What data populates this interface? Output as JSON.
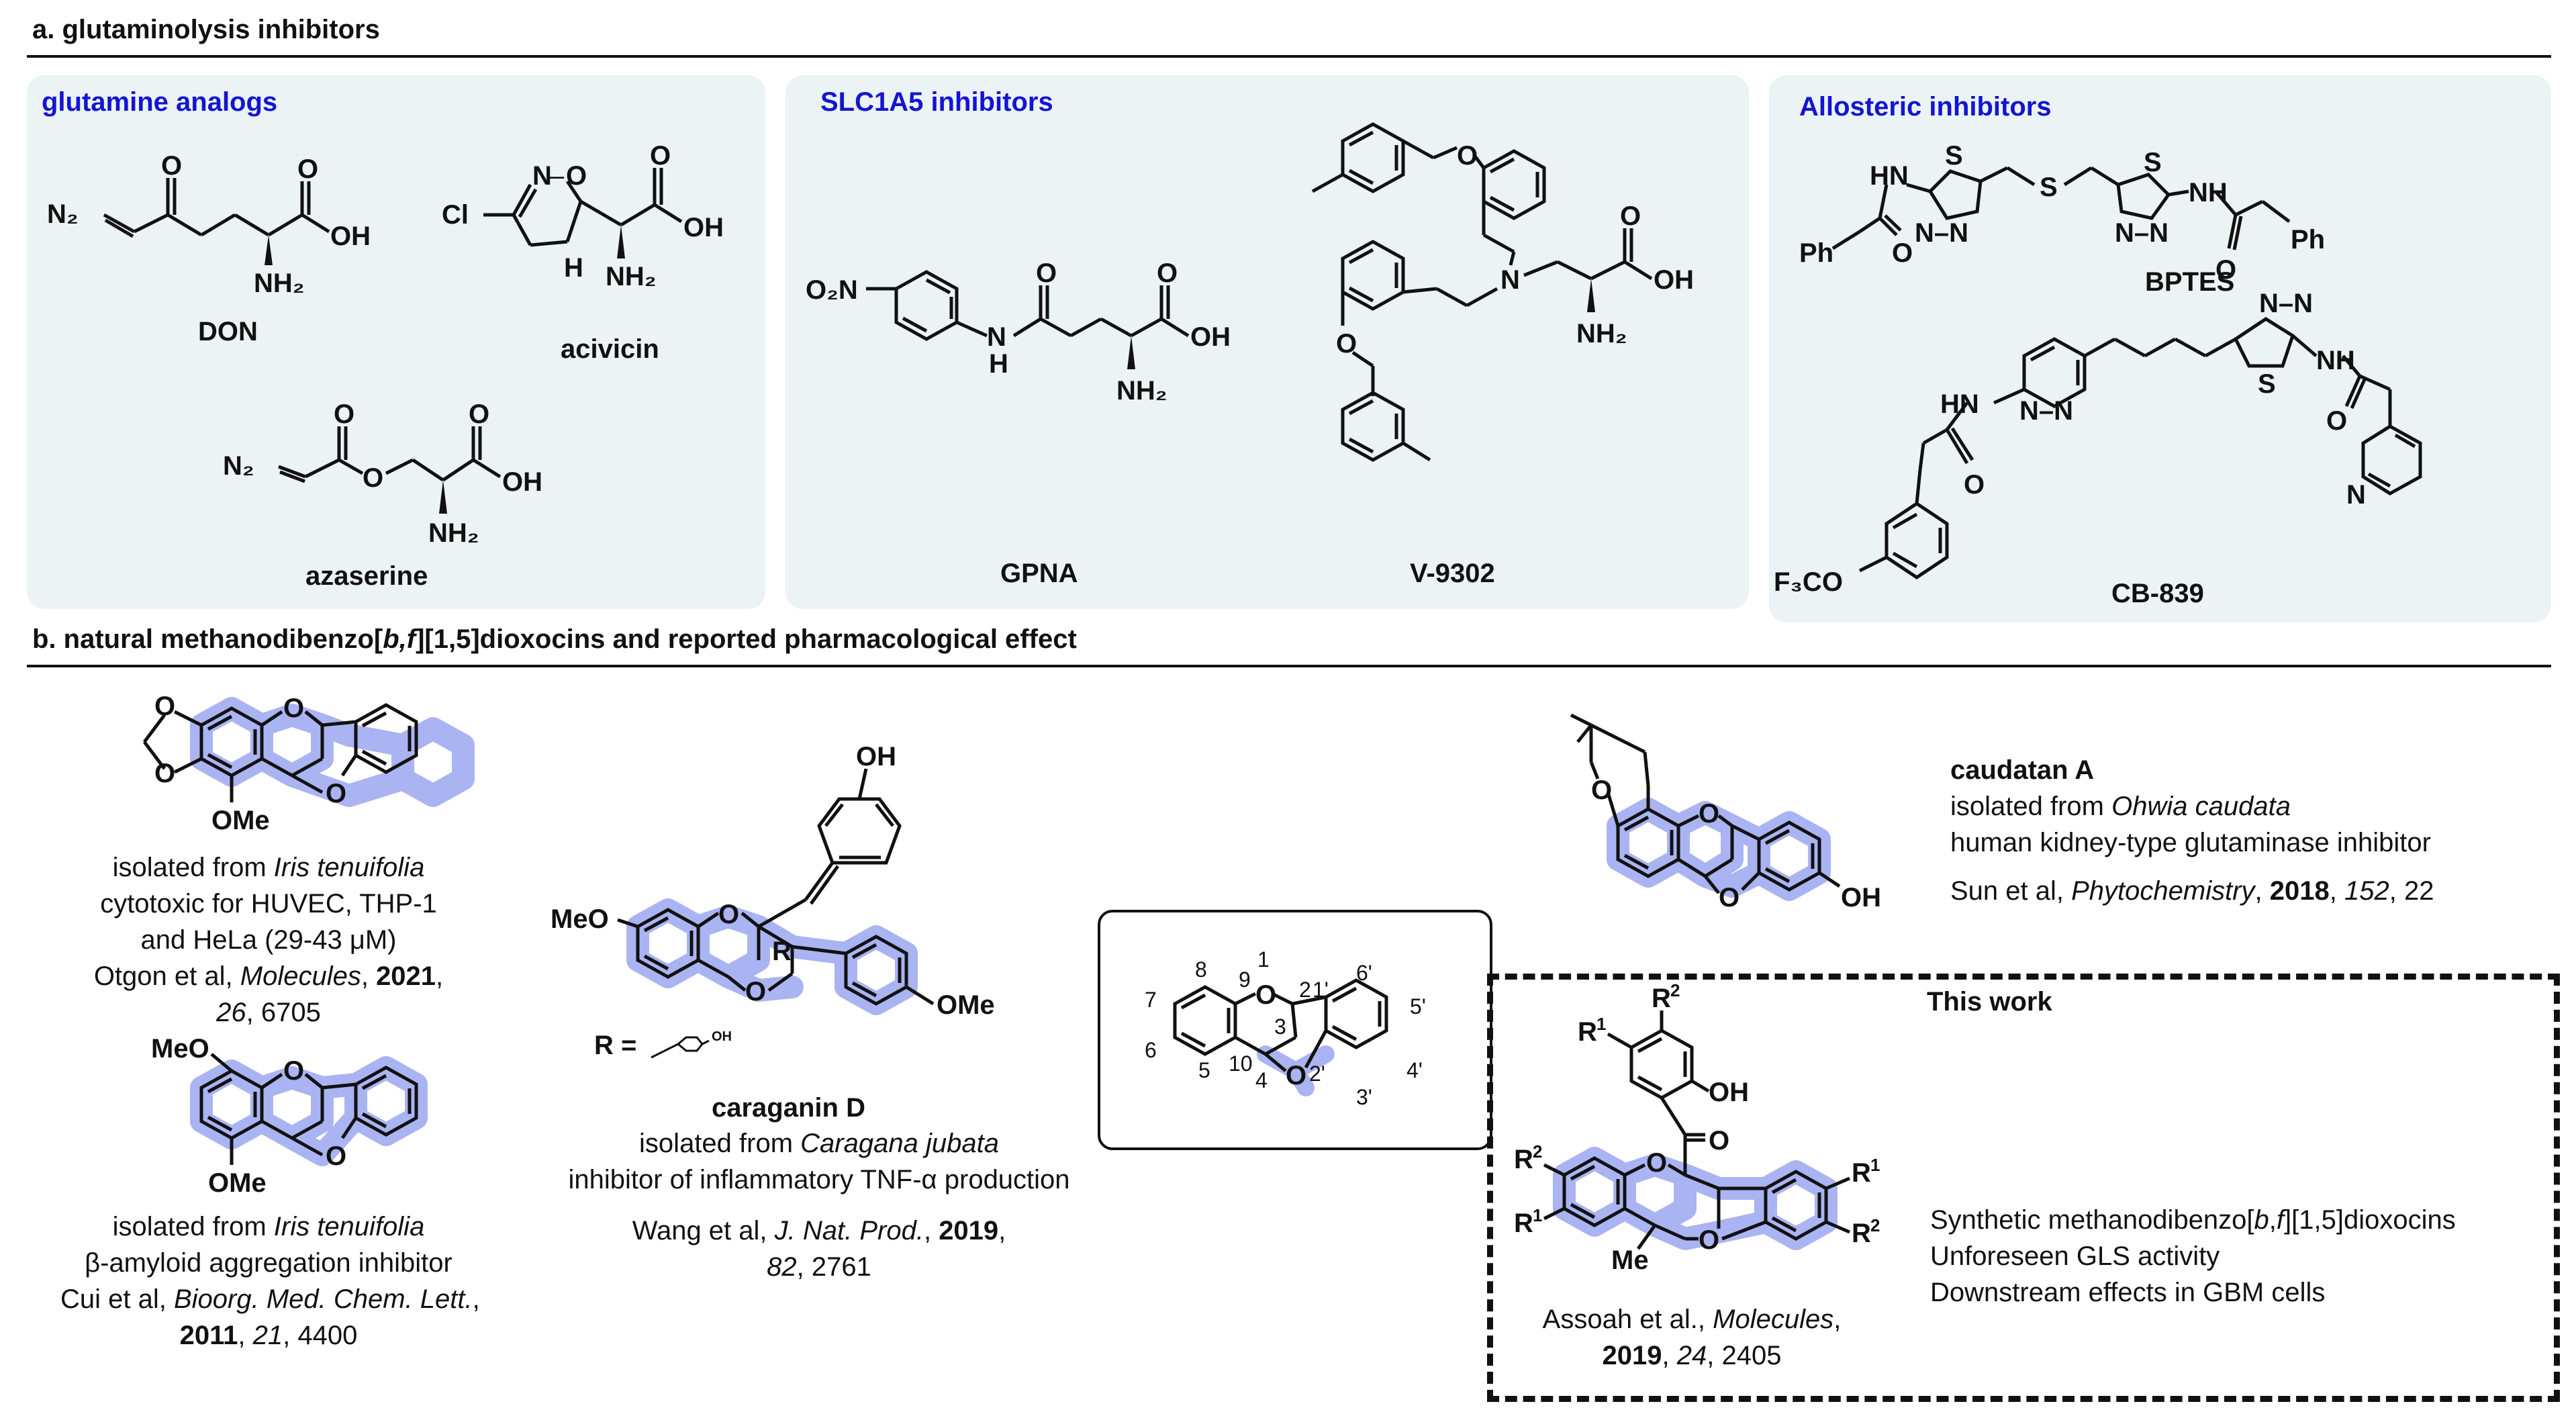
{
  "section_a": {
    "title": "a. glutaminolysis inhibitors",
    "panels": {
      "glutamine_analogs": {
        "title": "glutamine analogs",
        "compounds": {
          "don": "DON",
          "acivicin": "acivicin",
          "azaserine": "azaserine"
        }
      },
      "slc1a5": {
        "title": "SLC1A5 inhibitors",
        "compounds": {
          "gpna": "GPNA",
          "v9302": "V-9302"
        }
      },
      "allosteric": {
        "title": "Allosteric inhibitors",
        "compounds": {
          "bptes": "BPTES",
          "cb839": "CB-839"
        }
      }
    },
    "atom_labels": {
      "n2": "N₂",
      "o": "O",
      "oh": "OH",
      "nh2": "NH₂",
      "cl": "Cl",
      "n": "N",
      "h": "H",
      "o2n": "O₂N",
      "hn": "HN",
      "nh": "NH",
      "s": "S",
      "ph": "Ph",
      "f3co": "F₃CO",
      "n_n": "N–N"
    }
  },
  "section_b": {
    "title": "b. natural methanodibenzo[b,f][1,5]dioxocins and reported pharmacological effect",
    "compound1": {
      "substituent": "OMe",
      "lines": [
        "isolated from Iris tenuifolia",
        "cytotoxic for HUVEC, THP-1",
        "and HeLa (29-43 μM)",
        "Otgon et al, Molecules, 2021,",
        "26, 6705"
      ]
    },
    "compound2": {
      "substituents": [
        "MeO",
        "OMe"
      ],
      "lines": [
        "isolated from Iris tenuifolia",
        "β-amyloid aggregation inhibitor",
        "Cui et al, Bioorg. Med. Chem. Lett.,",
        "2011, 21, 4400"
      ]
    },
    "caraganin": {
      "name": "caraganin D",
      "substituents": [
        "MeO",
        "OMe",
        "OH",
        "R"
      ],
      "r_def": "R =",
      "lines": [
        "isolated from Caragana jubata",
        "inhibitor of inflammatory TNF-α production",
        "Wang et al, J. Nat. Prod., 2019,",
        "82, 2761"
      ]
    },
    "numbering": [
      "1",
      "2",
      "3",
      "4",
      "5",
      "6",
      "7",
      "8",
      "9",
      "10",
      "1'",
      "2'",
      "3'",
      "4'",
      "5'",
      "6'"
    ],
    "caudatan": {
      "name": "caudatan A",
      "lines": [
        "isolated from Ohwia caudata",
        "human kidney-type glutaminase inhibitor",
        "Sun et al, Phytochemistry, 2018, 152, 22"
      ]
    },
    "this_work": {
      "title": "This work",
      "substituents": {
        "r1": "R",
        "r2": "R",
        "oh": "OH",
        "me": "Me",
        "o": "O"
      },
      "citation": [
        "Assoah et al., Molecules,",
        "2019, 24, 2405"
      ],
      "bullets": [
        "Synthetic methanodibenzo[b,f][1,5]dioxocins",
        "Unforeseen GLS activity",
        "Downstream effects in GBM cells"
      ]
    }
  }
}
